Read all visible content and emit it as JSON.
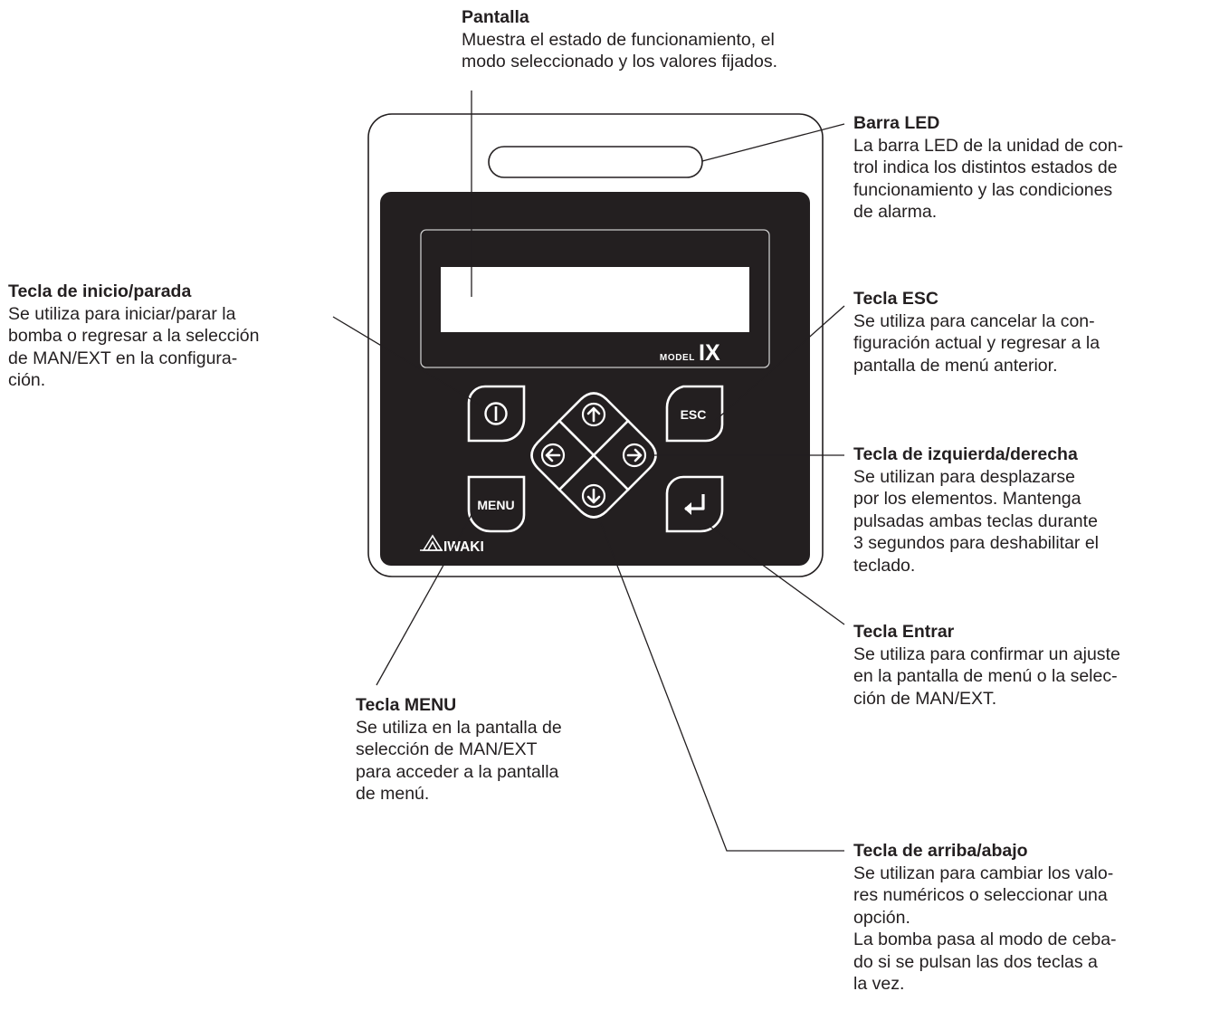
{
  "device": {
    "brand": "IWAKI",
    "model_prefix": "MODEL",
    "model_name": "IX",
    "esc_key": "ESC",
    "menu_key": "MENU"
  },
  "callouts": {
    "pantalla": {
      "title": "Pantalla",
      "desc": "Muestra el estado de funcionamiento, el\nmodo seleccionado y los valores fijados."
    },
    "barra_led": {
      "title": "Barra LED",
      "desc": "La barra LED de la unidad de con-\ntrol indica los distintos estados de\nfuncionamiento y las condiciones\nde alarma."
    },
    "inicio_parada": {
      "title": "Tecla de inicio/parada",
      "desc": "Se utiliza para iniciar/parar la\nbomba o regresar a la selección\nde MAN/EXT en la configura-\nción."
    },
    "esc": {
      "title": "Tecla ESC",
      "desc": "Se utiliza para cancelar la con-\nfiguración actual y regresar a la\npantalla de menú anterior."
    },
    "izq_der": {
      "title": "Tecla de izquierda/derecha",
      "desc": "Se utilizan para desplazarse\npor los elementos. Mantenga\npulsadas ambas teclas durante\n3 segundos para deshabilitar el\nteclado."
    },
    "entrar": {
      "title": "Tecla Entrar",
      "desc": "Se utiliza para confirmar un ajuste\nen la pantalla de menú o la selec-\nción de MAN/EXT."
    },
    "menu": {
      "title": "Tecla MENU",
      "desc": "Se utiliza en la pantalla de\nselección de MAN/EXT\npara acceder a la pantalla\nde menú."
    },
    "arriba_abajo": {
      "title": "Tecla de arriba/abajo",
      "desc": "Se utilizan para cambiar los valo-\nres numéricos o seleccionar una\nopción.\nLa bomba pasa al modo de ceba-\ndo si se pulsan las dos teclas a\nla vez."
    }
  }
}
